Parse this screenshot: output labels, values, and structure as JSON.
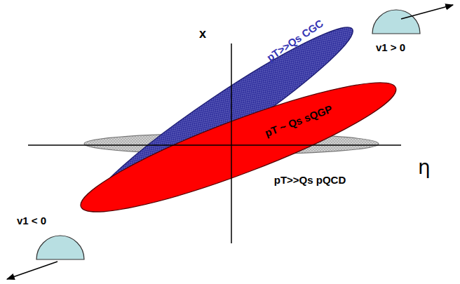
{
  "diagram": {
    "nodes": [
      {
        "text": [
          "v1 > 0"
        ]
      },
      {
        "text": [
          "pT>>Qs CGC"
        ]
      },
      {
        "text": [
          "pT ~ Qs sQGP"
        ]
      },
      {
        "text": [
          "pT>>Qs pQCD"
        ]
      },
      {
        "text": [
          "v1 < 0"
        ]
      }
    ],
    "edges": [],
    "labels": [
      "x",
      "η"
    ]
  }
}
